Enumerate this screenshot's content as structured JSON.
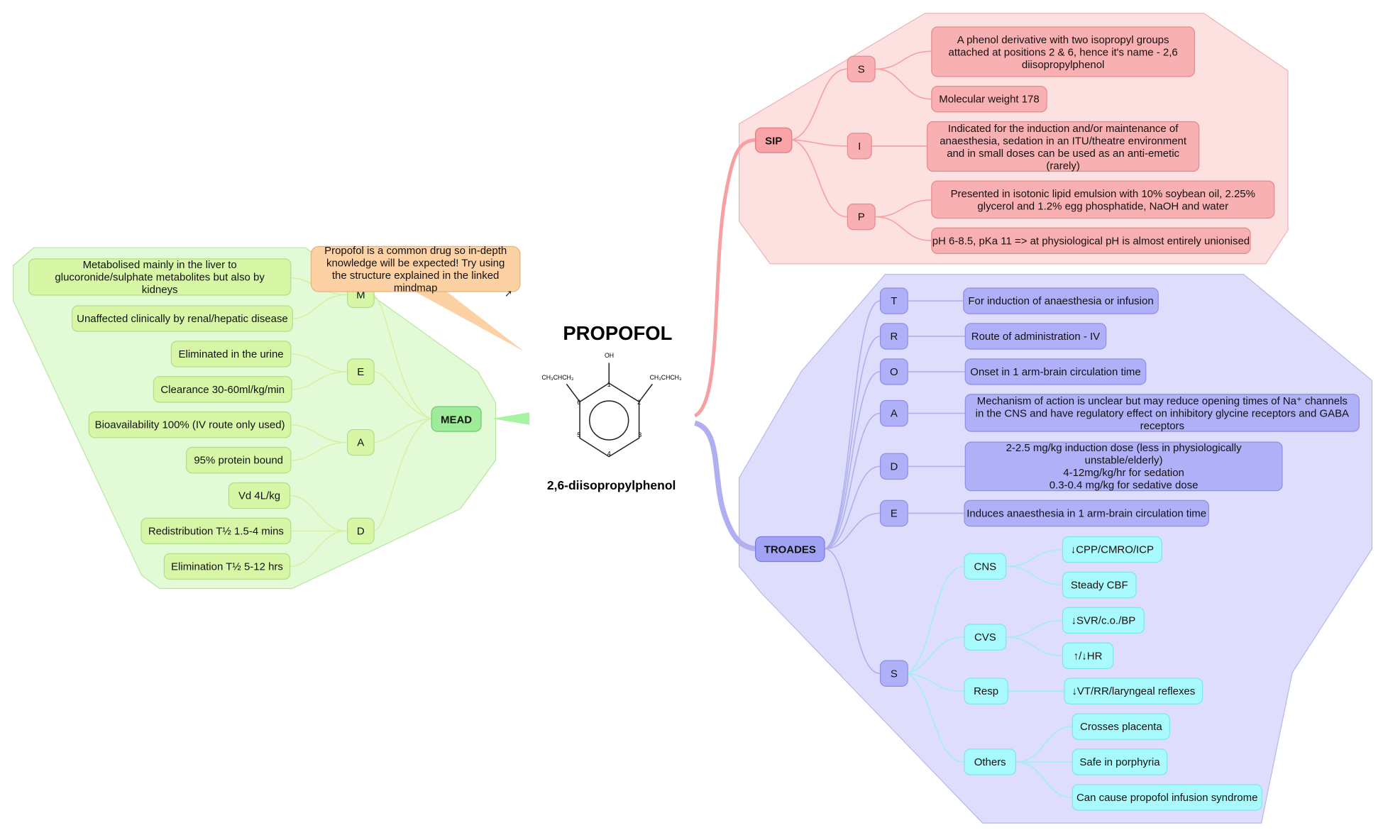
{
  "title": "PROPOFOL",
  "structure": {
    "subtitle": "2,6-diisopropylphenol",
    "oh": "OH",
    "left_group": "CH₃CHCH₃",
    "right_group": "CH₃CHCH₃",
    "ring_numbers": [
      "1",
      "2",
      "3",
      "4",
      "5",
      "6"
    ]
  },
  "callout": {
    "text": "Propofol is a common drug so in-depth knowledge will be expected! Try using the structure explained in the linked mindmap",
    "link_icon": "link-arrow-icon"
  },
  "mead": {
    "label": "MEAD",
    "m": {
      "label": "M",
      "items": [
        "Metabolised mainly in the liver to glucoronide/sulphate metabolites but also by kidneys",
        "Unaffected clinically by renal/hepatic disease"
      ]
    },
    "e": {
      "label": "E",
      "items": [
        "Eliminated in the urine",
        "Clearance 30-60ml/kg/min"
      ]
    },
    "a": {
      "label": "A",
      "items": [
        "Bioavailability 100% (IV route only used)",
        "95% protein bound"
      ]
    },
    "d": {
      "label": "D",
      "items": [
        "Vd 4L/kg",
        "Redistribution T½ 1.5-4 mins",
        "Elimination T½ 5-12 hrs"
      ]
    }
  },
  "sip": {
    "label": "SIP",
    "s": {
      "label": "S",
      "items": [
        "A phenol derivative with two isopropyl groups attached at positions 2 & 6, hence it's name - 2,6 diisopropylphenol",
        "Molecular weight 178"
      ]
    },
    "i": {
      "label": "I",
      "items": [
        "Indicated for the induction and/or maintenance of anaesthesia, sedation in an ITU/theatre environment and in small doses can be used as an anti-emetic (rarely)"
      ]
    },
    "p": {
      "label": "P",
      "items": [
        "Presented in isotonic lipid emulsion with 10% soybean oil, 2.25% glycerol and 1.2% egg phosphatide, NaOH and water",
        "pH 6-8.5, pKa 11 => at physiological pH is almost entirely unionised"
      ]
    }
  },
  "troades": {
    "label": "TROADES",
    "t": {
      "label": "T",
      "text": "For induction of anaesthesia or infusion"
    },
    "r": {
      "label": "R",
      "text": "Route of administration - IV"
    },
    "o": {
      "label": "O",
      "text": "Onset in 1 arm-brain circulation time"
    },
    "a": {
      "label": "A",
      "text": "Mechanism of action is unclear but may reduce opening times of Na⁺ channels in the CNS and have regulatory effect on inhibitory glycine receptors and GABA receptors"
    },
    "d": {
      "label": "D",
      "text": "2-2.5 mg/kg induction dose (less in physiologically unstable/elderly)\n4-12mg/kg/hr for sedation\n0.3-0.4 mg/kg for sedative dose"
    },
    "e": {
      "label": "E",
      "text": "Induces anaesthesia in 1 arm-brain circulation time"
    },
    "s": {
      "label": "S",
      "cns": {
        "label": "CNS",
        "items": [
          "↓CPP/CMRO/ICP",
          "Steady CBF"
        ]
      },
      "cvs": {
        "label": "CVS",
        "items": [
          "↓SVR/c.o./BP",
          "↑/↓HR"
        ]
      },
      "resp": {
        "label": "Resp",
        "items": [
          "↓VT/RR/laryngeal reflexes"
        ]
      },
      "others": {
        "label": "Others",
        "items": [
          "Crosses placenta",
          "Safe in porphyria",
          "Can cause propofol infusion syndrome"
        ]
      }
    }
  },
  "colors": {
    "green_region": "#e2fbd6",
    "pink_region": "#fde1e1",
    "blue_region": "#dedefc",
    "green_line": "#d8f0a6",
    "pink_line": "#f6a0a4",
    "blue_line": "#b0b0f0",
    "cyan_line": "#a0eef2"
  }
}
